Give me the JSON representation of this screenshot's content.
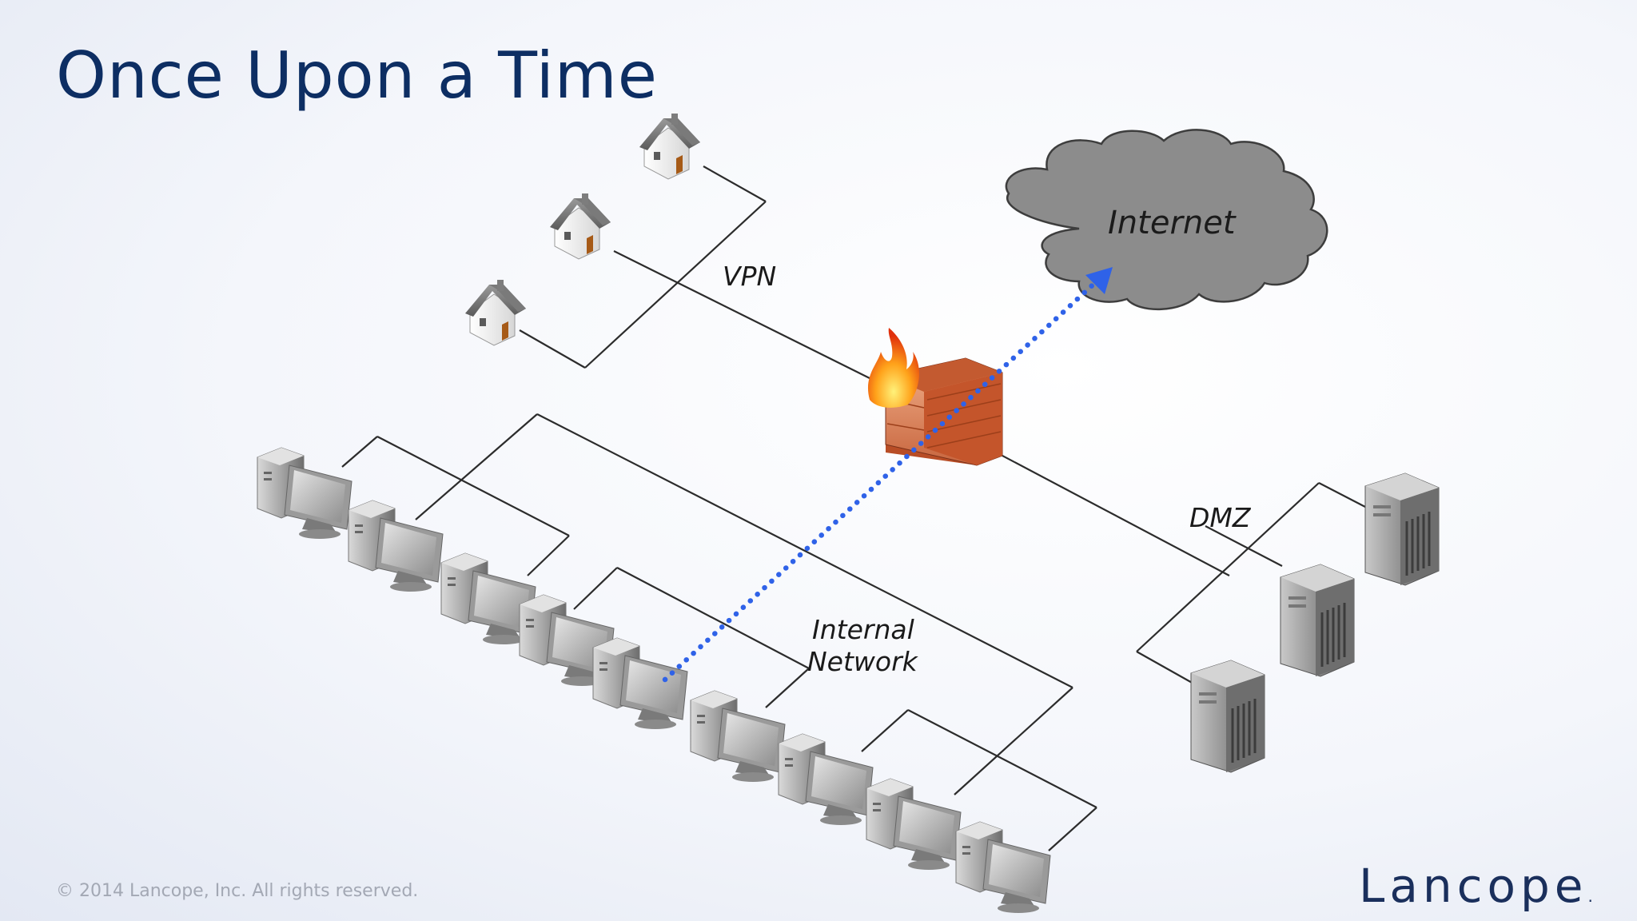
{
  "slide": {
    "title": "Once Upon a Time"
  },
  "diagram": {
    "cloud_label": "Internet",
    "vpn_label": "VPN",
    "dmz_label": "DMZ",
    "internal_label_line1": "Internal",
    "internal_label_line2": "Network"
  },
  "footer": {
    "copyright": "© 2014 Lancope, Inc. All rights reserved."
  },
  "brand": {
    "logo_text": "Lancope",
    "logo_dot": "."
  },
  "colors": {
    "title": "#0d2e63",
    "flow_arrow": "#2f62e8",
    "cloud": "#8c8c8c"
  },
  "icons": [
    "house-icon",
    "computer-icon",
    "server-icon",
    "firewall-icon",
    "cloud-icon"
  ]
}
